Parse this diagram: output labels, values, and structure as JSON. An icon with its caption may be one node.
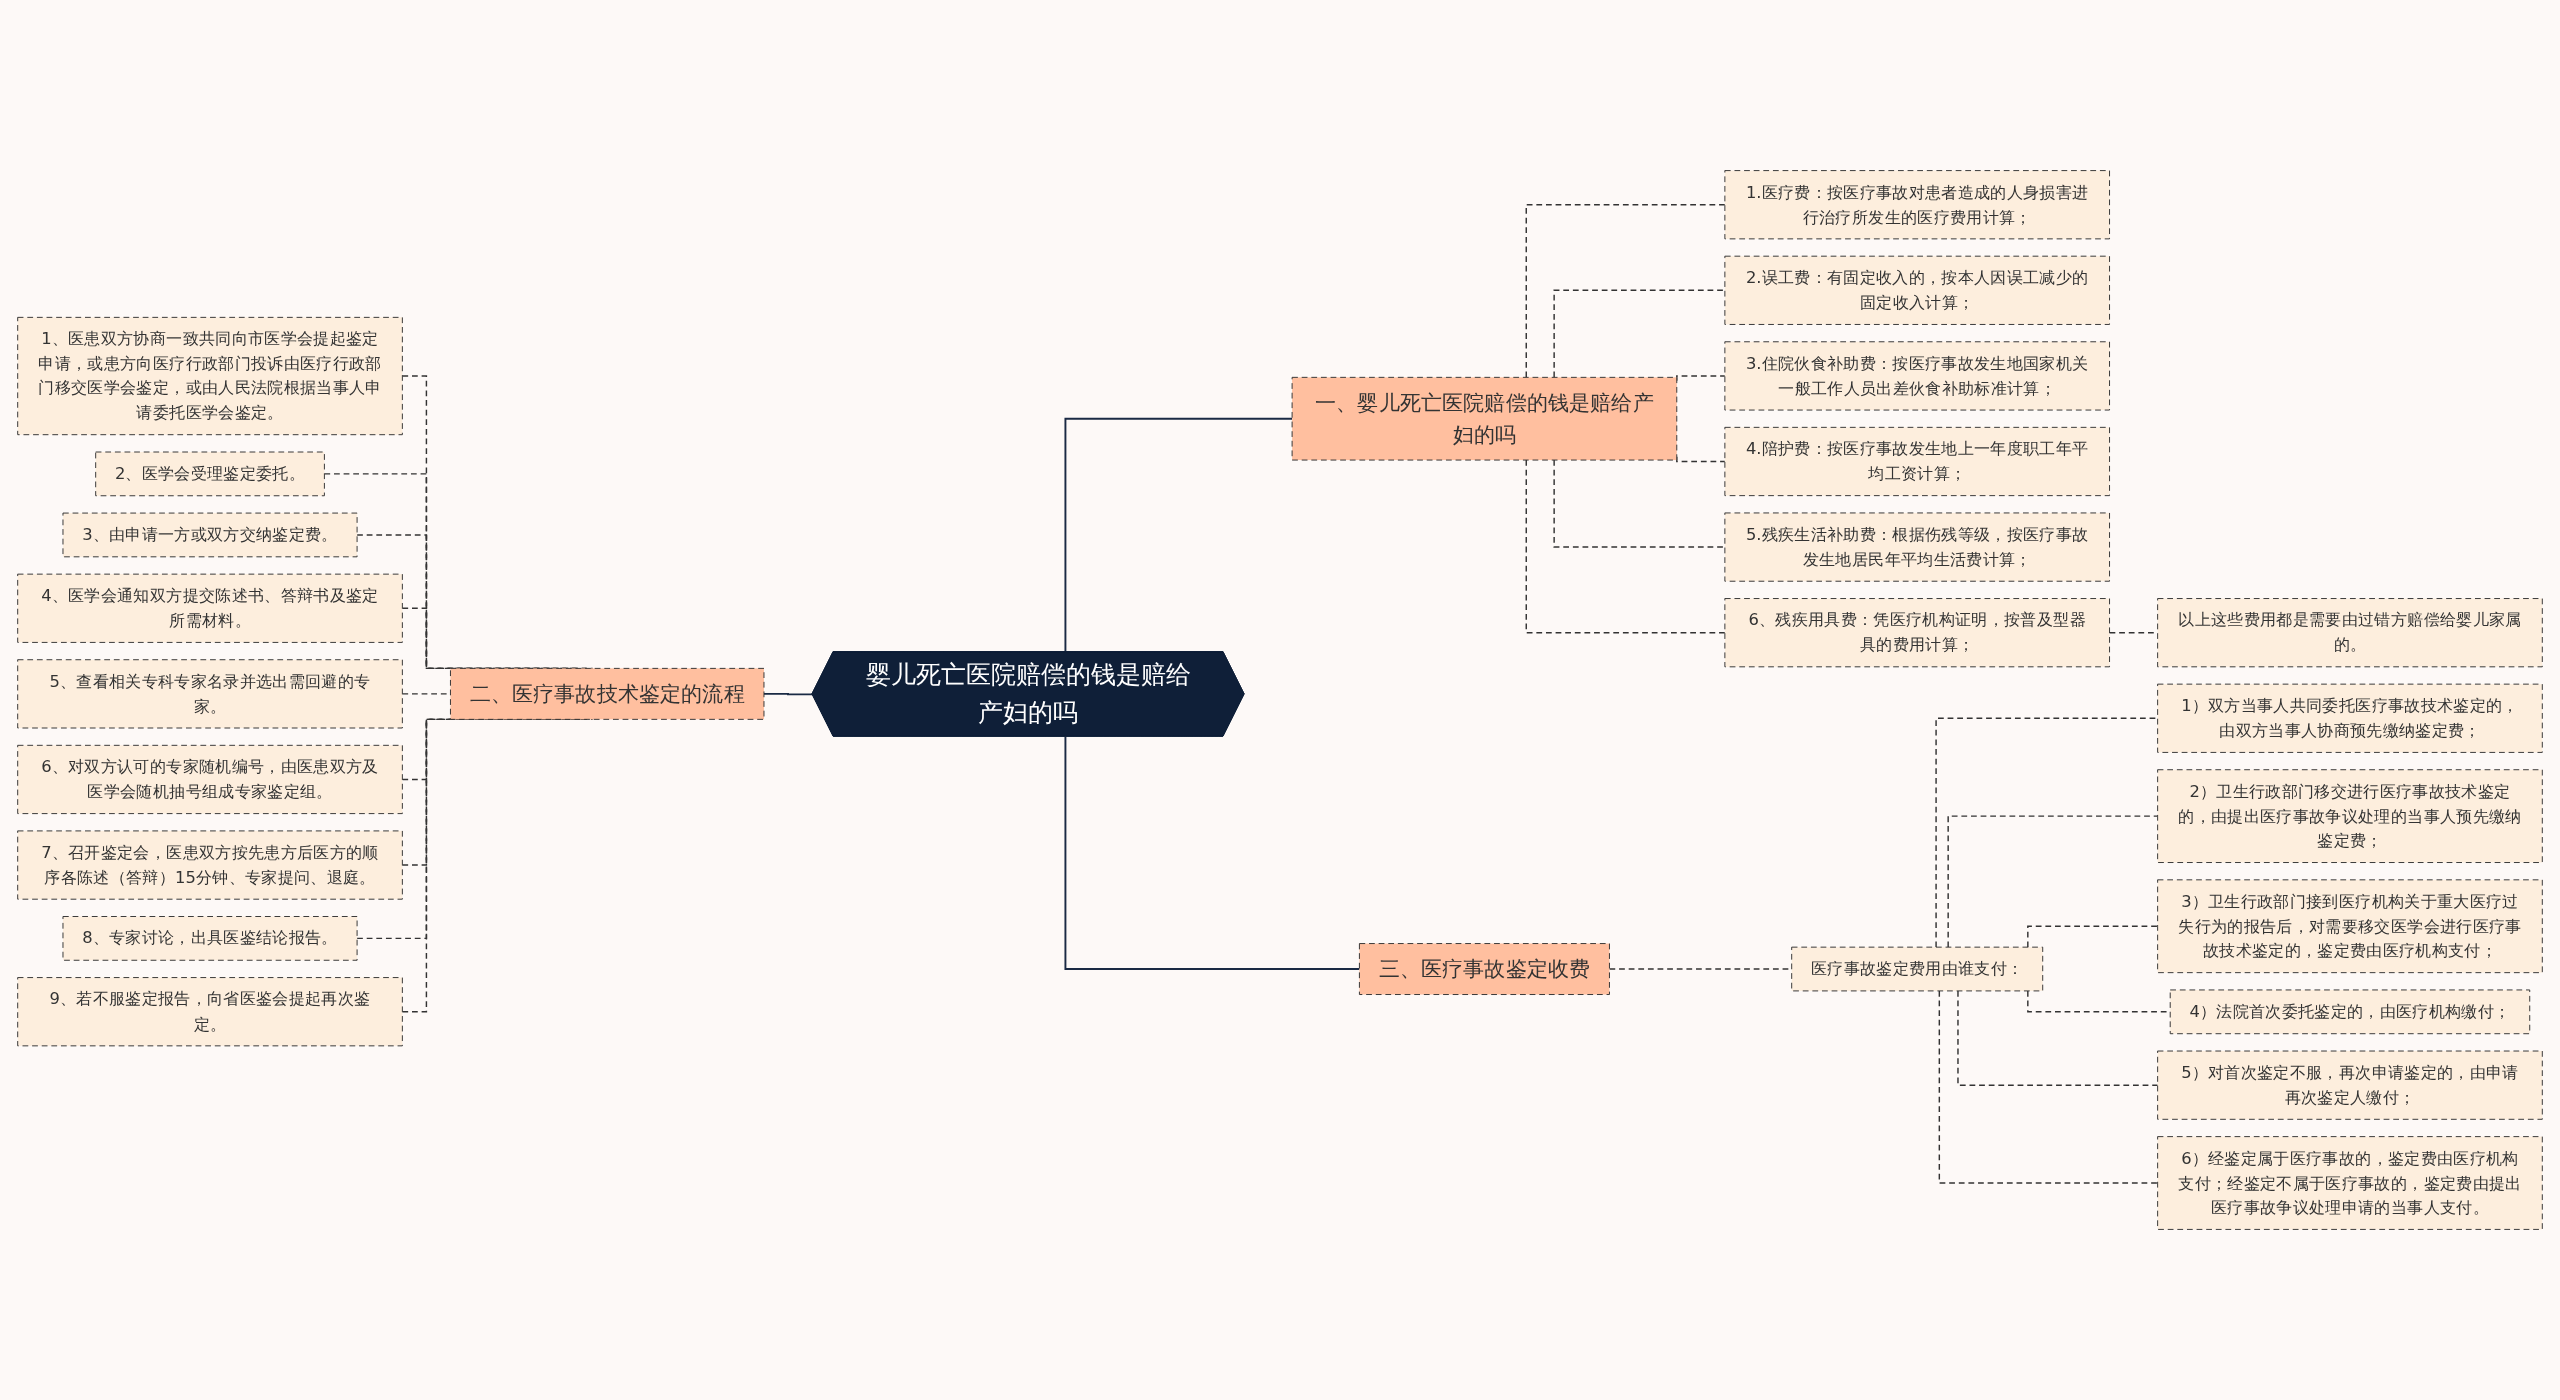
{
  "diagram": {
    "nodes": [
      {
        "text": [
          "婴儿死亡医院赔偿的钱是赔给产妇的吗"
        ]
      },
      {
        "text": [
          "一、婴儿死亡医院赔偿的钱是赔给产妇的吗"
        ]
      },
      {
        "text": [
          "1.医疗费：按医疗事故对患者造成的人身损害进行治疗所发生的医疗费用计算；"
        ]
      },
      {
        "text": [
          "2.误工费：有固定收入的，按本人因误工减少的固定收入计算；"
        ]
      },
      {
        "text": [
          "3.住院伙食补助费：按医疗事故发生地国家机关一般工作人员出差伙食补助标准计算；"
        ]
      },
      {
        "text": [
          "4.陪护费：按医疗事故发生地上一年度职工年平均工资计算；"
        ]
      },
      {
        "text": [
          "5.残疾生活补助费：根据伤残等级，按医疗事故发生地居民年平均生活费计算；"
        ]
      },
      {
        "text": [
          "6、残疾用具费：凭医疗机构证明，按普及型器具的费用计算；"
        ]
      },
      {
        "text": [
          "以上这些费用都是需要由过错方赔偿给婴儿家属的。"
        ]
      },
      {
        "text": [
          "二、医疗事故技术鉴定的流程"
        ]
      },
      {
        "text": [
          "1、医患双方协商一致共同向市医学会提起鉴定申请，或患方向医疗行政部门投诉由医疗行政部门移交医学会鉴定，或由人民法院根据当事人申请委托医学会鉴定。"
        ]
      },
      {
        "text": [
          "2、医学会受理鉴定委托。"
        ]
      },
      {
        "text": [
          "3、由申请一方或双方交纳鉴定费。"
        ]
      },
      {
        "text": [
          "4、医学会通知双方提交陈述书、答辩书及鉴定所需材料。"
        ]
      },
      {
        "text": [
          "5、查看相关专科专家名录并选出需回避的专家。"
        ]
      },
      {
        "text": [
          "6、对双方认可的专家随机编号，由医患双方及医学会随机抽号组成专家鉴定组。"
        ]
      },
      {
        "text": [
          "7、召开鉴定会，医患双方按先患方后医方的顺序各陈述（答辩）15分钟、专家提问、退庭。"
        ]
      },
      {
        "text": [
          "8、专家讨论，出具医鉴结论报告。"
        ]
      },
      {
        "text": [
          "9、若不服鉴定报告，向省医鉴会提起再次鉴定。"
        ]
      },
      {
        "text": [
          "三、医疗事故鉴定收费"
        ]
      },
      {
        "text": [
          "医疗事故鉴定费用由谁支付："
        ]
      },
      {
        "text": [
          "1）双方当事人共同委托医疗事故技术鉴定的，由双方当事人协商预先缴纳鉴定费；"
        ]
      },
      {
        "text": [
          "2）卫生行政部门移交进行医疗事故技术鉴定的，由提出医疗事故争议处理的当事人预先缴纳鉴定费；"
        ]
      },
      {
        "text": [
          "3）卫生行政部门接到医疗机构关于重大医疗过失行为的报告后，对需要移交医学会进行医疗事故技术鉴定的，鉴定费由医疗机构支付；"
        ]
      },
      {
        "text": [
          "4）法院首次委托鉴定的，由医疗机构缴付；"
        ]
      },
      {
        "text": [
          "5）对首次鉴定不服，再次申请鉴定的，由申请再次鉴定人缴付；"
        ]
      },
      {
        "text": [
          "6）经鉴定属于医疗事故的，鉴定费由医疗机构支付；经鉴定不属于医疗事故的，鉴定费由提出医疗事故争议处理申请的当事人支付。"
        ]
      }
    ],
    "edges": [
      {
        "from": 0,
        "to": 1,
        "arrow": "none"
      },
      {
        "from": 1,
        "to": 2,
        "arrow": "none",
        "style": "dashed"
      },
      {
        "from": 1,
        "to": 3,
        "arrow": "none",
        "style": "dashed"
      },
      {
        "from": 1,
        "to": 4,
        "arrow": "none",
        "style": "dashed"
      },
      {
        "from": 1,
        "to": 5,
        "arrow": "none",
        "style": "dashed"
      },
      {
        "from": 1,
        "to": 6,
        "arrow": "none",
        "style": "dashed"
      },
      {
        "from": 1,
        "to": 7,
        "arrow": "none",
        "style": "dashed"
      },
      {
        "from": 7,
        "to": 8,
        "arrow": "none",
        "style": "dashed"
      },
      {
        "from": 0,
        "to": 9,
        "arrow": "none"
      },
      {
        "from": 9,
        "to": 10,
        "arrow": "none",
        "style": "dashed"
      },
      {
        "from": 9,
        "to": 11,
        "arrow": "none",
        "style": "dashed"
      },
      {
        "from": 9,
        "to": 12,
        "arrow": "none",
        "style": "dashed"
      },
      {
        "from": 9,
        "to": 13,
        "arrow": "none",
        "style": "dashed"
      },
      {
        "from": 9,
        "to": 14,
        "arrow": "none",
        "style": "dashed"
      },
      {
        "from": 9,
        "to": 15,
        "arrow": "none",
        "style": "dashed"
      },
      {
        "from": 9,
        "to": 16,
        "arrow": "none",
        "style": "dashed"
      },
      {
        "from": 9,
        "to": 17,
        "arrow": "none",
        "style": "dashed"
      },
      {
        "from": 9,
        "to": 18,
        "arrow": "none",
        "style": "dashed"
      },
      {
        "from": 0,
        "to": 19,
        "arrow": "none"
      },
      {
        "from": 19,
        "to": 20,
        "arrow": "none",
        "style": "dashed"
      },
      {
        "from": 20,
        "to": 21,
        "arrow": "none",
        "style": "dashed"
      },
      {
        "from": 20,
        "to": 22,
        "arrow": "none",
        "style": "dashed"
      },
      {
        "from": 20,
        "to": 23,
        "arrow": "none",
        "style": "dashed"
      },
      {
        "from": 20,
        "to": 24,
        "arrow": "none",
        "style": "dashed"
      },
      {
        "from": 20,
        "to": 25,
        "arrow": "none",
        "style": "dashed"
      },
      {
        "from": 20,
        "to": 26,
        "arrow": "none",
        "style": "dashed"
      }
    ]
  }
}
